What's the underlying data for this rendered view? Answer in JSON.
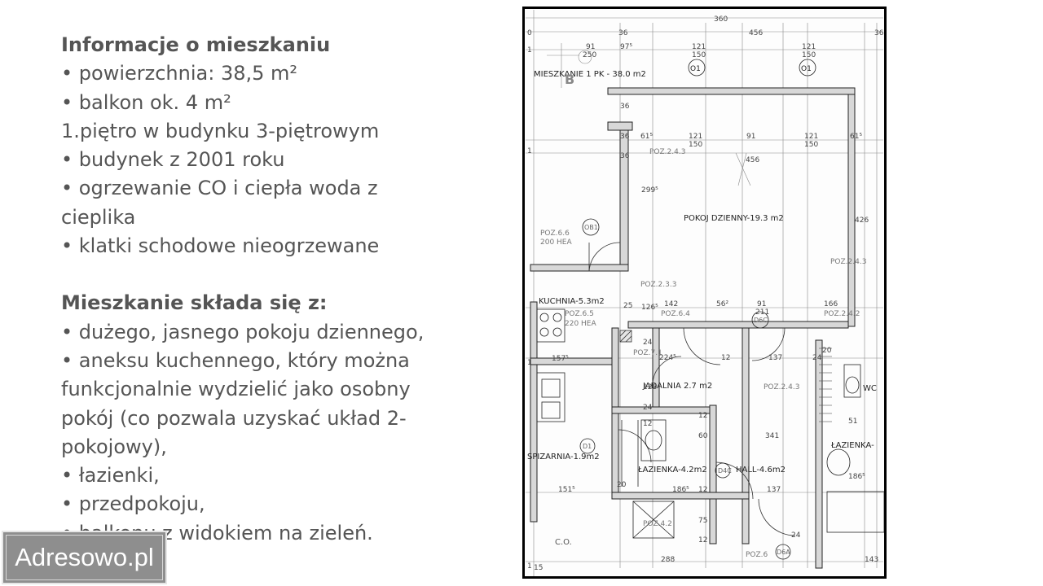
{
  "info": {
    "heading": "Informacje o mieszkaniu",
    "lines": [
      "• powierzchnia: 38,5 m²",
      "• balkon ok. 4 m²",
      "1.piętro w budynku 3-piętrowym",
      "• budynek z 2001 roku",
      "• ogrzewanie CO i ciepła woda z cieplika",
      "• klatki schodowe nieogrzewane"
    ]
  },
  "rooms": {
    "heading": "Mieszkanie składa się z:",
    "lines": [
      "• dużego, jasnego pokoju dziennego,",
      "• aneksu kuchennego, który można funkcjonalnie wydzielić jako osobny pokój (co pozwala uzyskać układ 2-pokojowy),",
      "• łazienki,",
      "• przedpokoju,",
      "• balkonu z widokiem na zieleń."
    ]
  },
  "floorplan": {
    "labels": {
      "apartment": "MIESZKANIE 1 PK - 38.0 m2",
      "living": "POKOJ DZIENNY-19.3 m2",
      "kitchen": "KUCHNIA-5.3m2",
      "dining": "JADALNIA 2.7 m2",
      "pantry": "SPIZARNIA-1.9m2",
      "bathroom": "ŁAZIENKA-4.2m2",
      "hall": "HALL-4.6m2",
      "bathroom2": "ŁAZIENKA-",
      "wc": "WC",
      "block": "B",
      "window1": "O1",
      "window2": "O1",
      "door1": "OB1",
      "door2": "D6C",
      "door3": "D1",
      "door4": "D4C",
      "door5": "D6A",
      "co": "C.O.",
      "poz_66": "POZ.6.6",
      "hea_200": "200 HEA",
      "poz_65": "POZ.6.5",
      "hea_220": "220 HEA",
      "poz_243a": "POZ.2.4.3",
      "poz_243b": "POZ.2.4.3",
      "poz_243c": "POZ.2.4.3",
      "poz_233": "POZ.2.3.3",
      "poz_64": "POZ.6.4",
      "poz_242": "POZ.2.4.2",
      "poz_71": "POZ.7.1",
      "poz_42": "POZ.4.2",
      "poz_6": "POZ.6"
    },
    "dims": [
      "360",
      "36",
      "456",
      "36",
      "0",
      "91",
      "97⁵",
      "121",
      "121",
      "150",
      "150",
      "250",
      "36",
      "36",
      "61⁵",
      "121",
      "91",
      "121",
      "61⁵",
      "150",
      "150",
      "36",
      "456",
      "299⁵",
      "426",
      "25",
      "142",
      "56²",
      "91",
      "166",
      "126⁵",
      "211",
      "157⁵",
      "224⁵",
      "12",
      "137",
      "24",
      "20",
      "24",
      "128",
      "24",
      "12",
      "60",
      "12",
      "341",
      "51",
      "186⁵",
      "151⁵",
      "20",
      "186⁵",
      "137",
      "12",
      "75",
      "12",
      "288",
      "143",
      "24",
      "15",
      "1",
      "1",
      "1",
      "1"
    ]
  },
  "watermark": "Adresowo.pl"
}
